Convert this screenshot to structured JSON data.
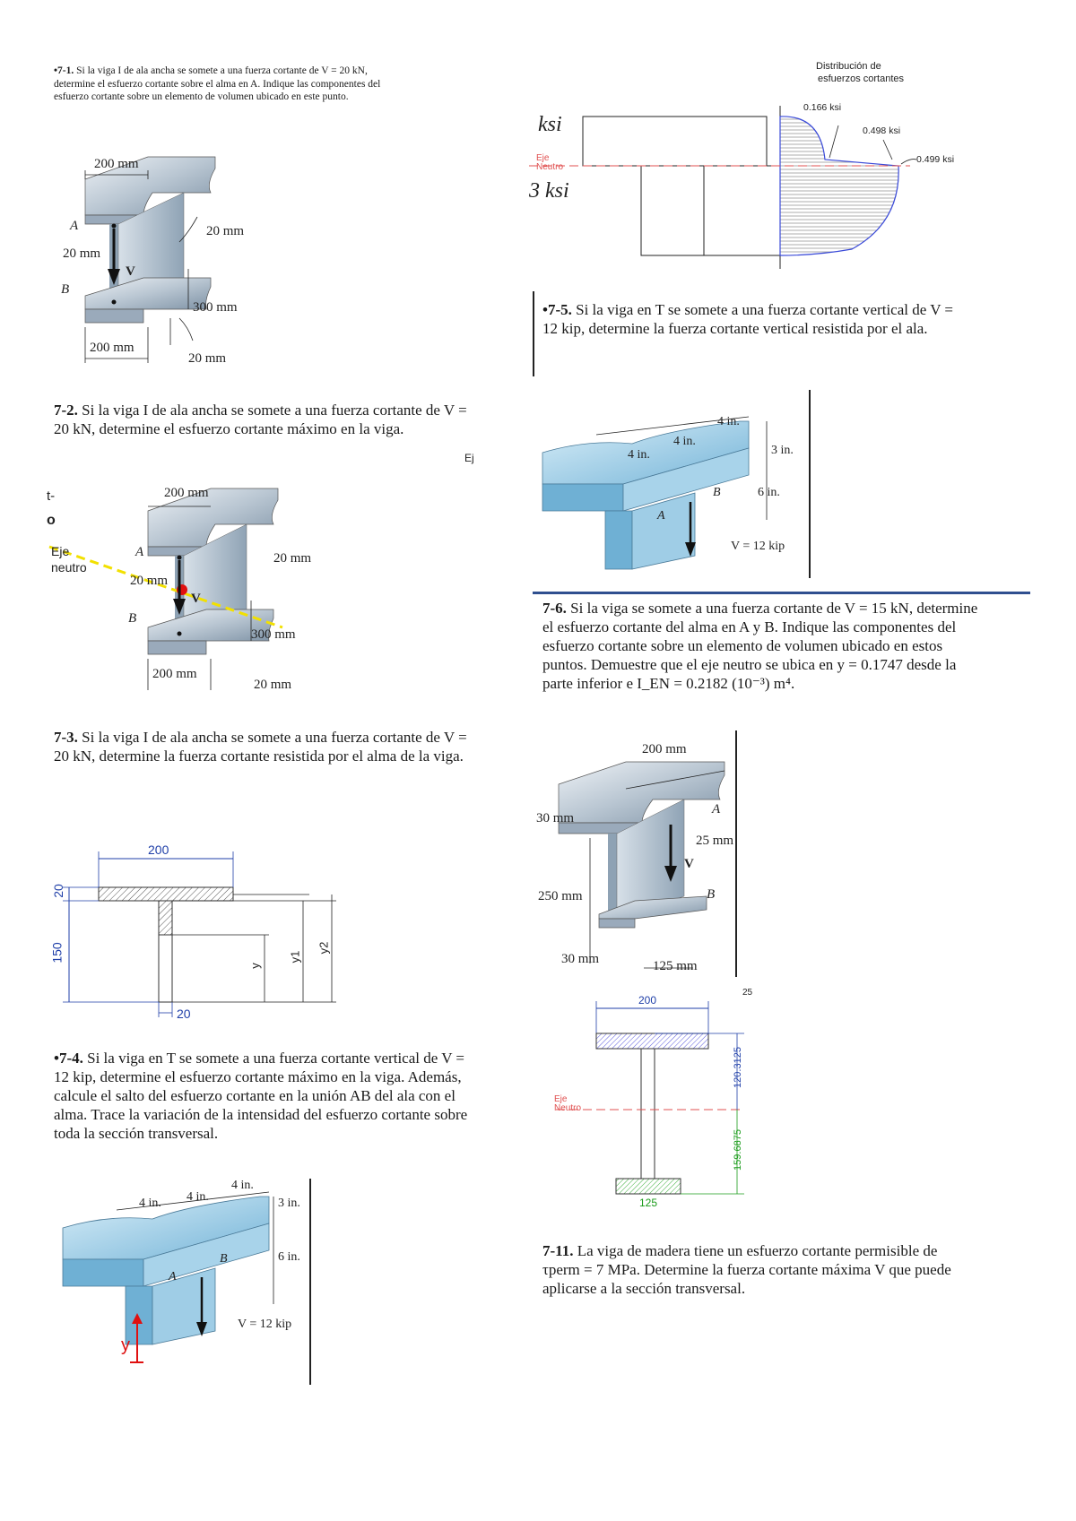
{
  "p71": {
    "num": "•7-1.",
    "text": "Si la viga I de ala ancha se somete a una fuerza cortante de V = 20 kN, determine el esfuerzo cortante sobre el alma en A. Indique las componentes del esfuerzo cortante sobre un elemento de volumen ubicado en este punto."
  },
  "fig1": {
    "w_top": "200 mm",
    "t_flange": "20 mm",
    "t_web": "20 mm",
    "h": "300 mm",
    "w_bot": "200 mm",
    "t_bot": "20 mm",
    "pA": "A",
    "pB": "B",
    "force": "V"
  },
  "p72": {
    "num": "7-2.",
    "text": "Si la viga I de ala ancha se somete a una fuerza cortante de V = 20 kN, determine el esfuerzo cortante máximo en la viga."
  },
  "fig2": {
    "w_top": "200 mm",
    "t_flange": "20 mm",
    "t_web": "20 mm",
    "h": "300 mm",
    "w_bot": "200 mm",
    "t_bot": "20 mm",
    "pA": "A",
    "pB": "B",
    "force": "V",
    "axis1": "Eje",
    "axis2": "neutro",
    "frag1": "t-",
    "frag2": "o",
    "frag3": "Ej"
  },
  "p73": {
    "num": "7-3.",
    "text": "Si la viga I de ala ancha se somete a una fuerza cortante de V = 20 kN, determine la fuerza cortante resistida por el alma de la viga."
  },
  "fig3": {
    "w": "200",
    "tf": "20",
    "h": "150",
    "tw": "20",
    "y": "y",
    "y1": "y1",
    "y2": "y2"
  },
  "p74": {
    "num": "•7-4.",
    "text": "Si la viga en T se somete a una fuerza cortante vertical de V = 12 kip, determine el esfuerzo cortante máximo en la viga. Además, calcule el salto del esfuerzo cortante en la unión AB del ala con el alma. Trace la variación de la intensidad del esfuerzo cortante sobre toda la sección transversal."
  },
  "fig4": {
    "d1": "4 in.",
    "d2": "4 in.",
    "d3": "4 in.",
    "d4": "3 in.",
    "d5": "6 in.",
    "pA": "A",
    "pB": "B",
    "force": "V = 12 kip",
    "y": "y"
  },
  "shear": {
    "title1": "Distribución de",
    "title2": "esfuerzos cortantes",
    "v1": "0.166 ksi",
    "v2": "0.498 ksi",
    "v3": "0.499 ksi",
    "frag1": "ksi",
    "frag2": "3 ksi",
    "axis1": "Eje",
    "axis2": "Neutro"
  },
  "p75": {
    "num": "•7-5.",
    "text": "Si la viga en T se somete a una fuerza cortante vertical de V = 12 kip, determine la fuerza cortante vertical resistida por el ala."
  },
  "fig5": {
    "d1": "4 in.",
    "d2": "4 in.",
    "d3": "4 in.",
    "d4": "3 in.",
    "d5": "6 in.",
    "pA": "A",
    "pB": "B",
    "force": "V = 12 kip"
  },
  "p76": {
    "num": "7-6.",
    "text": "Si la viga se somete a una fuerza cortante de V = 15 kN, determine el esfuerzo cortante del alma en A y B. Indique las componentes del esfuerzo cortante sobre un elemento de volumen ubicado en estos puntos. Demuestre que el eje neutro se ubica en y = 0.1747 desde la parte inferior e I_EN = 0.2182 (10⁻³) m⁴."
  },
  "fig6": {
    "w_top": "200 mm",
    "t_top": "30 mm",
    "t_web": "25 mm",
    "h": "250 mm",
    "t_bot": "30 mm",
    "w_bot": "125 mm",
    "pA": "A",
    "pB": "B",
    "force": "V",
    "frag": "25"
  },
  "fig7": {
    "w_top": "200",
    "d_up": "120.3125",
    "d_down": "159.6875",
    "w_bot": "125",
    "axis1": "Eje",
    "axis2": "Neutro"
  },
  "p711": {
    "num": "7-11.",
    "text": "La viga de madera tiene un esfuerzo cortante permisible de τperm = 7 MPa. Determine la fuerza cortante máxima V que puede aplicarse a la sección transversal."
  }
}
